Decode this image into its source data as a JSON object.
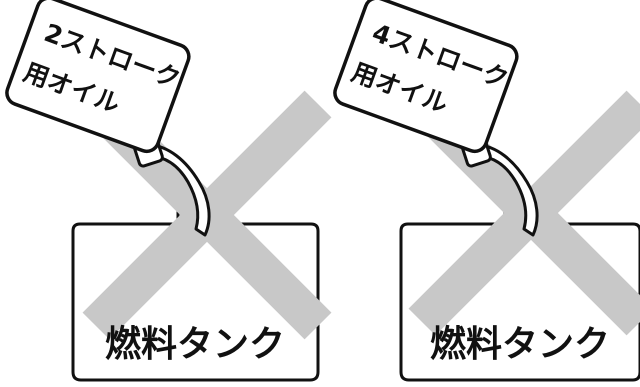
{
  "colors": {
    "line": "#111111",
    "cross": "#c8c8c8",
    "fill": "#ffffff"
  },
  "panels": [
    {
      "can_label_line1": "2ストローク",
      "can_label_line2": "用オイル",
      "tank_label": "燃料タンク",
      "crossed_out": true
    },
    {
      "can_label_line1": "4ストローク",
      "can_label_line2": "用オイル",
      "tank_label": "燃料タンク",
      "crossed_out": true
    }
  ]
}
